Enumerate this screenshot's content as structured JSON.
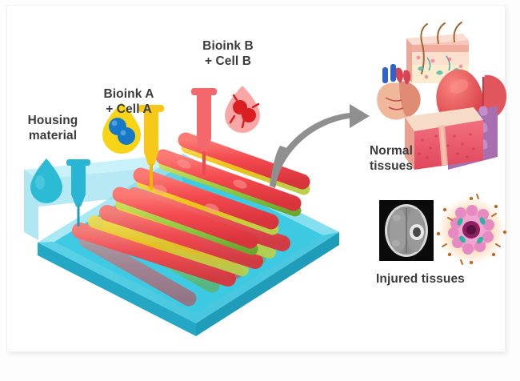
{
  "figure": {
    "type": "scientific-illustration",
    "subject": "3D bioprinting workflow producing normal and injured tissue models",
    "background_color": "#ffffff",
    "label_color": "#3b3b3b"
  },
  "labels": {
    "housing_material": "Housing\nmaterial",
    "bioink_a": "Bioink A\n+ Cell A",
    "bioink_b": "Bioink B\n+ Cell B",
    "normal_tissues": "Normal\ntissues",
    "injured_tissues": "Injured tissues"
  },
  "materials": [
    {
      "name": "housing-material",
      "label": "Housing\nmaterial",
      "droplet_color": "#2cbbd4",
      "syringe_color": "#29b6d4",
      "has_cells": false
    },
    {
      "name": "bioink-a",
      "label": "Bioink A\n+ Cell A",
      "droplet_color": "#f7d516",
      "syringe_color": "#f7c81a",
      "cell_color": "#1878c8",
      "has_cells": true,
      "cell_count": 2
    },
    {
      "name": "bioink-b",
      "label": "Bioink B\n+ Cell B",
      "droplet_color": "#f79c9c",
      "syringe_color": "#f4676b",
      "cell_color": "#d91f1f",
      "has_cells": true,
      "cell_count": 2
    }
  ],
  "printer": {
    "platform_color": "#36c6e0",
    "platform_top_color": "#4fd3e8",
    "platform_rim_color": "#8fe0ef",
    "scaffold": {
      "strand_colors": [
        "#f4494f",
        "#f0c419",
        "#8cc63f"
      ],
      "layers": 3,
      "strands_per_layer": 4
    }
  },
  "arrow": {
    "name": "process-arrow",
    "color": "#8f8f8f",
    "direction": "curved-up-right"
  },
  "outputs": [
    {
      "name": "normal-tissues",
      "label": "Normal\ntissues",
      "items": [
        "skin-tissue",
        "heart-organ",
        "liver-organ",
        "muscle-tissue"
      ]
    },
    {
      "name": "injured-tissues",
      "label": "Injured tissues",
      "items": [
        "brain-mri-scan",
        "inflamed-cell"
      ]
    }
  ]
}
